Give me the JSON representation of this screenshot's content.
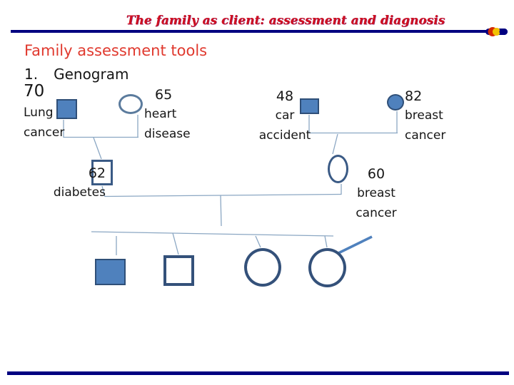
{
  "header": {
    "title": "The family as client: assessment and diagnosis",
    "rule_color": "#000080",
    "title_color": "#cf1020"
  },
  "slide": {
    "heading": "Family assessment tools",
    "list_number": "1.",
    "list_label": "Genogram"
  },
  "genogram": {
    "colors": {
      "symbol_fill": "#4f81bd",
      "symbol_border": "#34517a",
      "connector_line": "#8ba7c3"
    },
    "generation1": [
      {
        "id": "paternal-grandfather",
        "age": "70",
        "condition": "Lung cancer",
        "shape": "square",
        "filled": true
      },
      {
        "id": "paternal-grandmother",
        "age": "65",
        "condition": "heart disease",
        "shape": "circle",
        "filled": false
      },
      {
        "id": "maternal-grandfather",
        "age": "48",
        "condition": "car accident",
        "shape": "square",
        "filled": true
      },
      {
        "id": "maternal-grandmother",
        "age": "82",
        "condition": "breast cancer",
        "shape": "circle",
        "filled": true
      }
    ],
    "generation2": [
      {
        "id": "father",
        "age": "62",
        "condition": "diabetes",
        "shape": "square",
        "filled": false
      },
      {
        "id": "mother",
        "age": "60",
        "condition": "breast cancer",
        "shape": "circle",
        "filled": false
      }
    ],
    "generation3": [
      {
        "id": "son-1",
        "shape": "square",
        "filled": true
      },
      {
        "id": "son-2",
        "shape": "square",
        "filled": false
      },
      {
        "id": "daughter-1",
        "shape": "circle",
        "filled": false
      },
      {
        "id": "daughter-2",
        "shape": "circle",
        "filled": false,
        "proband": true
      }
    ]
  }
}
